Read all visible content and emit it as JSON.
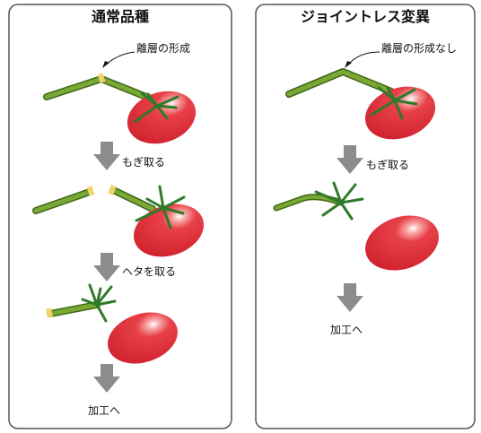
{
  "left_panel": {
    "title": "通常品種",
    "annotation": "離層の形成",
    "step1": "もぎ取る",
    "step2": "ヘタを取る",
    "step3": "加工へ"
  },
  "right_panel": {
    "title": "ジョイントレス変異",
    "annotation": "離層の形成なし",
    "step1": "もぎ取る",
    "step2": "加工へ"
  },
  "colors": {
    "stem": "#6f9a2c",
    "stem_dark": "#3f6618",
    "tomato": "#e0323c",
    "tomato_shadow": "#b51d2b",
    "leaf": "#2f7a2a",
    "arrow": "#8c8c8c",
    "joint": "#f2d36b",
    "panel_border": "#555555"
  }
}
